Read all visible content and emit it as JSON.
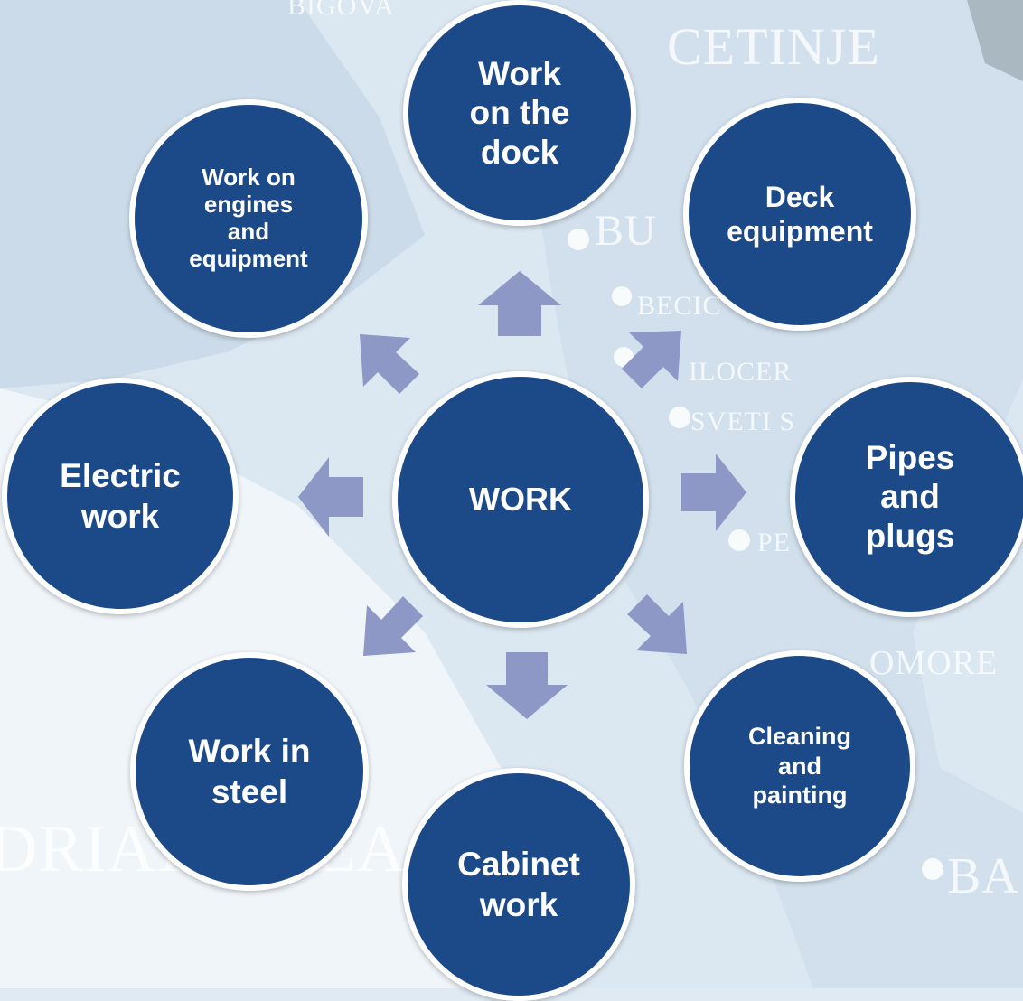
{
  "colors": {
    "node_fill": "#1c4a88",
    "node_border": "#ffffff",
    "arrow": "#8e98c6",
    "background": "#dfeaf3"
  },
  "background_map": {
    "labels": [
      "BIGOVA",
      "CETINJE",
      "BU",
      "BECIC",
      "ILOCER",
      "SVETI S",
      "PE",
      "OMORE",
      "DRIATIC SEA",
      "BA"
    ]
  },
  "center": {
    "label": "WORK"
  },
  "nodes": [
    {
      "id": "dock",
      "label": "Work\non the\ndock"
    },
    {
      "id": "deck",
      "label": "Deck\nequipment"
    },
    {
      "id": "pipes",
      "label": "Pipes\nand\nplugs"
    },
    {
      "id": "cleaning",
      "label": "Cleaning\nand\npainting"
    },
    {
      "id": "cabinet",
      "label": "Cabinet\nwork"
    },
    {
      "id": "steel",
      "label": "Work in\nsteel"
    },
    {
      "id": "electric",
      "label": "Electric\nwork"
    },
    {
      "id": "engines",
      "label": "Work on\nengines\nand\nequipment"
    }
  ]
}
